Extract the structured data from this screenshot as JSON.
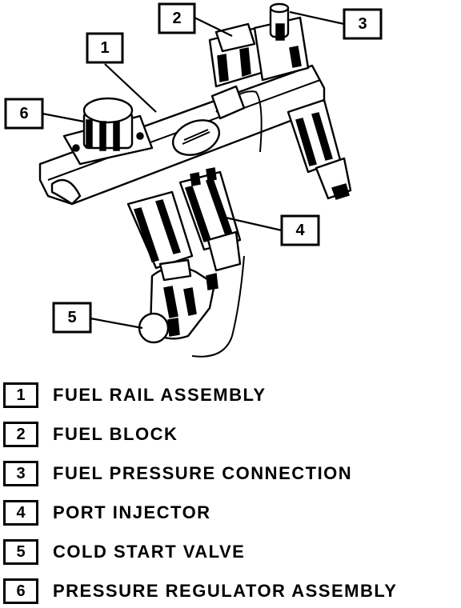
{
  "callouts": [
    {
      "number": "1",
      "label": "FUEL RAIL ASSEMBLY"
    },
    {
      "number": "2",
      "label": "FUEL BLOCK"
    },
    {
      "number": "3",
      "label": "FUEL PRESSURE CONNECTION"
    },
    {
      "number": "4",
      "label": "PORT INJECTOR"
    },
    {
      "number": "5",
      "label": "COLD START VALVE"
    },
    {
      "number": "6",
      "label": "PRESSURE REGULATOR ASSEMBLY"
    }
  ]
}
